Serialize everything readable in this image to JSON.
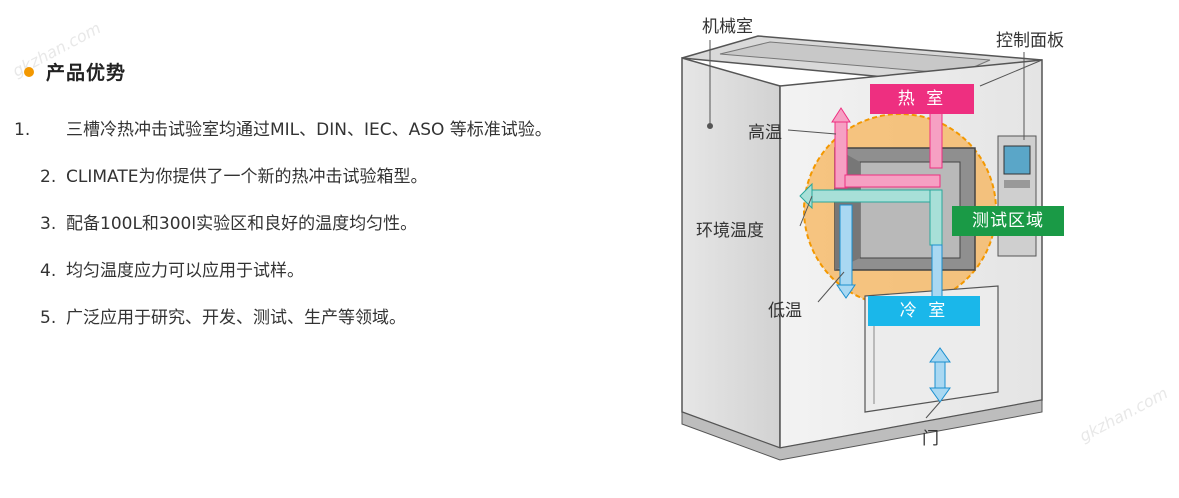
{
  "section": {
    "title": "产品优势"
  },
  "features": [
    {
      "num": "1.",
      "text": "三槽冷热冲击试验室均通过MIL、DIN、IEC、ASO 等标准试验。"
    },
    {
      "num": "2.",
      "text": "CLIMATE为你提供了一个新的热冲击试验箱型。"
    },
    {
      "num": "3.",
      "text": "配备100L和300l实验区和良好的温度均匀性。"
    },
    {
      "num": "4.",
      "text": "均匀温度应力可以应用于试样。"
    },
    {
      "num": "5.",
      "text": "广泛应用于研究、开发、测试、生产等领域。"
    }
  ],
  "diagram": {
    "labels": {
      "machine_room": "机械室",
      "control_panel": "控制面板",
      "high_temp": "高温",
      "ambient_temp": "环境温度",
      "low_temp": "低温",
      "door": "门"
    },
    "tags": {
      "hot_chamber": "热 室",
      "test_zone": "测试区域",
      "cold_chamber": "冷 室"
    },
    "colors": {
      "hot": "#ee2f80",
      "test": "#1a9a46",
      "cold": "#1ab7ea",
      "accent": "#f39800"
    }
  },
  "watermark": "gkzhan.com"
}
